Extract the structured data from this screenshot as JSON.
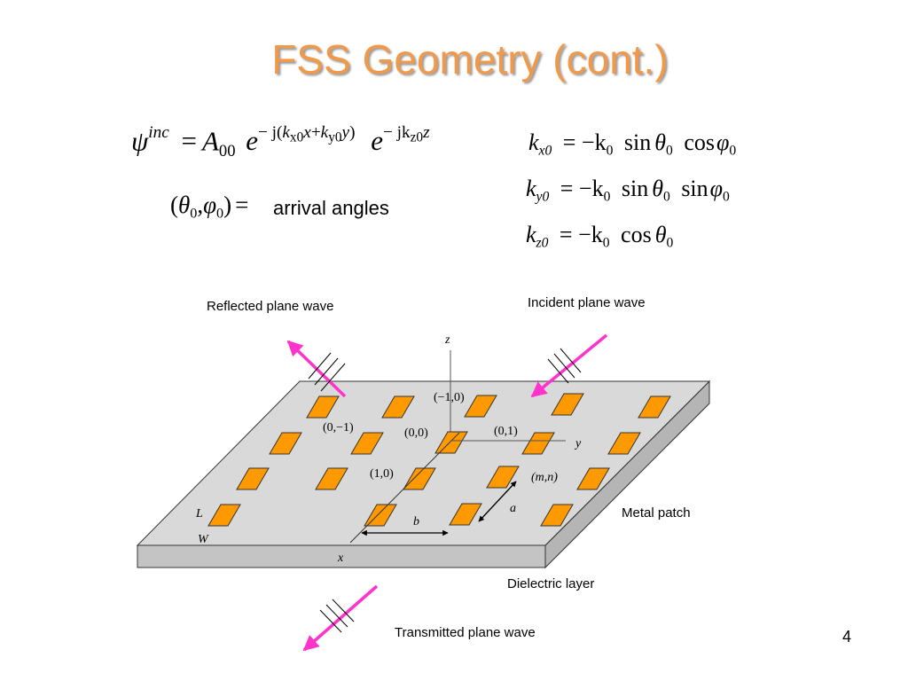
{
  "title": "FSS Geometry (cont.)",
  "equation": {
    "lhs": "ψ",
    "lhs_sup": "inc",
    "eq": "=",
    "amp": "A",
    "amp_sub": "00",
    "e1": "e",
    "e1_exp_prefix": "− j(",
    "kx": "k",
    "kx_sub": "x0",
    "x": "x",
    "plus": "+",
    "ky": "k",
    "ky_sub": "y0",
    "y": "y",
    "close": ")",
    "e2": "e",
    "e2_exp_prefix": "− jk",
    "e2_exp_sub": "z0",
    "e2_exp_var": "z"
  },
  "angles": {
    "open": "(",
    "theta": "θ",
    "theta_sub": "0",
    "comma": ",",
    "phi": "φ",
    "phi_sub": "0",
    "close": ")",
    "eq": "=",
    "text": "arrival angles"
  },
  "k_equations": [
    {
      "lhs": "k",
      "lhs_sub": "x0",
      "rhs": "= −k",
      "rhs_sub": "0",
      "t1": "sin",
      "v1": "θ",
      "v1_sub": "0",
      "t2": "cos",
      "v2": "φ",
      "v2_sub": "0"
    },
    {
      "lhs": "k",
      "lhs_sub": "y0",
      "rhs": "= −k",
      "rhs_sub": "0",
      "t1": "sin",
      "v1": "θ",
      "v1_sub": "0",
      "t2": "sin",
      "v2": "φ",
      "v2_sub": "0"
    },
    {
      "lhs": "k",
      "lhs_sub": "z0",
      "rhs": "= −k",
      "rhs_sub": "0",
      "t1": "cos",
      "v1": "θ",
      "v1_sub": "0",
      "t2": "",
      "v2": "",
      "v2_sub": ""
    }
  ],
  "labels": {
    "reflected": "Reflected plane wave",
    "incident": "Incident plane wave",
    "metal_patch": "Metal patch",
    "dielectric": "Dielectric layer",
    "transmitted": "Transmitted plane wave"
  },
  "diagram": {
    "axis_z": "z",
    "axis_y": "y",
    "axis_x": "x",
    "idx_m1_0": "(−1,0)",
    "idx_0_m1": "(0,−1)",
    "idx_0_0": "(0,0)",
    "idx_0_1": "(0,1)",
    "idx_1_0": "(1,0)",
    "idx_m_n": "(m,n)",
    "dim_a": "a",
    "dim_b": "b",
    "dim_L": "L",
    "dim_W": "W"
  },
  "colors": {
    "title": "#f0994a",
    "patch": "#ff9900",
    "slab_top": "#d9d9d9",
    "slab_side": "#c4c4c4",
    "wave_arrow": "#ff33cc"
  },
  "page_number": "4"
}
